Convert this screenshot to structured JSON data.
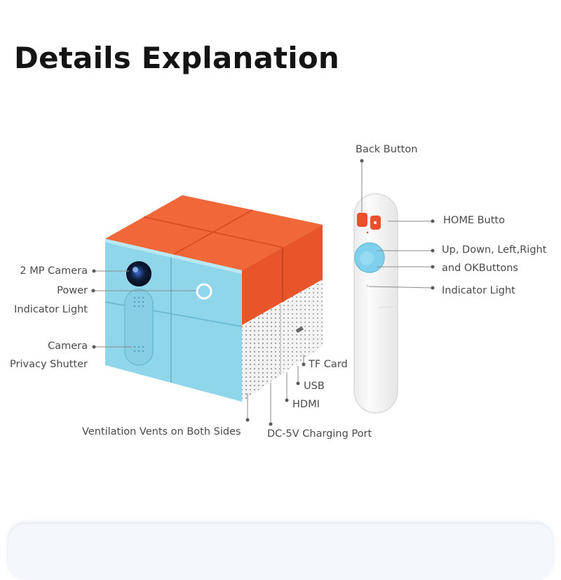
{
  "title": "Details Explanation",
  "colors": {
    "cube_blue": "#8fd6ea",
    "cube_orange": "#ee5c2c",
    "vent_white": "#f2f2f2",
    "remote_white": "#f9f9f9",
    "remote_button_red": "#ee4f2b",
    "remote_dpad_blue": "#7fd0ec",
    "label_gray": "#4a4a4a"
  },
  "labels": {
    "camera": "2 MP Camera",
    "power": "Power",
    "indicator_light": "Indicator Light",
    "camera_shutter_1": "Camera",
    "camera_shutter_2": "Privacy Shutter",
    "vents": "Ventilation Vents on Both Sides",
    "dc_port": "DC-5V Charging Port",
    "hdmi": "HDMI",
    "usb": "USB",
    "tf_card": "TF Card",
    "back_button": "Back Button",
    "home_button": "HOME Butto",
    "dpad_1": "Up, Down, Left,Right",
    "dpad_2": "and  OKButtons",
    "remote_indicator": "Indicator Light"
  }
}
